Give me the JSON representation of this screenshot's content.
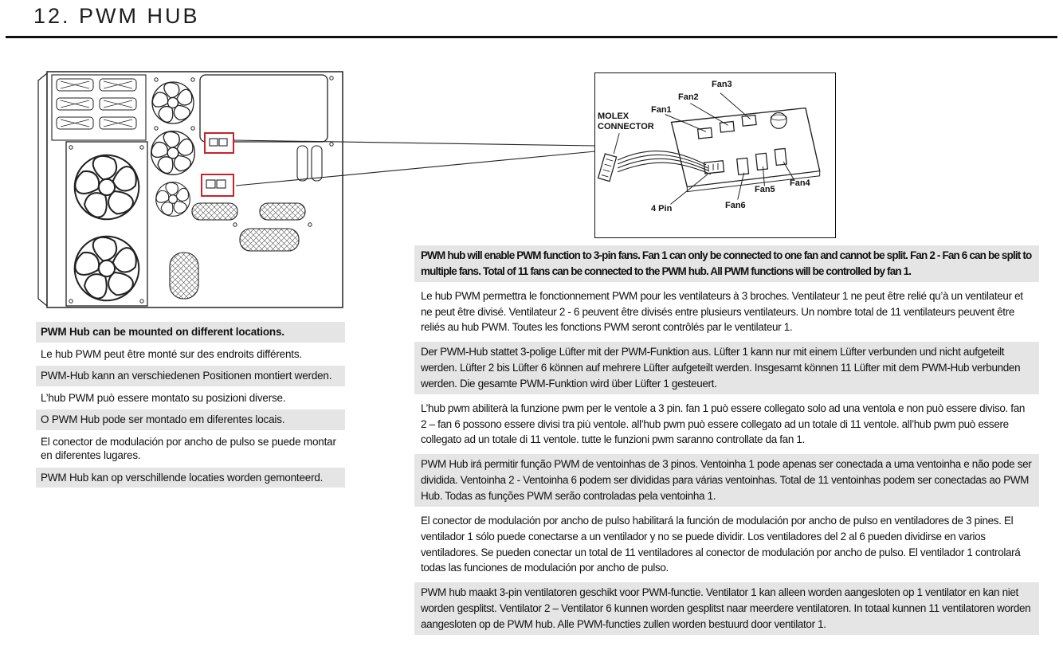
{
  "page": {
    "title": "12. PWM HUB"
  },
  "hub_diagram": {
    "molex": "MOLEX\nCONNECTOR",
    "fan1": "Fan1",
    "fan2": "Fan2",
    "fan3": "Fan3",
    "fan4": "Fan4",
    "fan5": "Fan5",
    "fan6": "Fan6",
    "four_pin": "4 Pin"
  },
  "mount_notes": [
    "PWM Hub can be mounted on different locations.",
    "Le hub PWM peut être monté sur des endroits différents.",
    "PWM-Hub kann an verschiedenen Positionen montiert werden.",
    "L’hub PWM può essere montato su posizioni diverse.",
    "O PWM Hub pode ser montado em diferentes locais.",
    "El conector de modulación por ancho de pulso se puede montar en diferentes lugares.",
    "PWM Hub kan op verschillende locaties worden gemonteerd."
  ],
  "function_notes": [
    "PWM hub will enable PWM function to 3-pin fans. Fan 1 can only be connected to one fan and cannot be split. Fan 2 - Fan 6 can be split to multiple fans. Total of 11 fans can be connected to the PWM hub. All PWM functions will be controlled by fan 1.",
    "Le hub PWM permettra le fonctionnement PWM pour les ventilateurs à 3 broches. Ventilateur 1 ne peut être relié qu’à un ventilateur et ne peut être divisé. Ventilateur 2 - 6 peuvent être divisés entre plusieurs ventilateurs.  Un nombre total de 11 ventilateurs peuvent être reliés au hub PWM. Toutes les fonctions PWM seront contrôlés par le ventilateur 1.",
    "Der PWM-Hub stattet 3-polige Lüfter mit der PWM-Funktion aus. Lüfter 1 kann nur mit einem Lüfter verbunden und nicht aufgeteilt werden. Lüfter 2 bis Lüfter 6 können auf mehrere Lüfter aufgeteilt werden. Insgesamt können 11 Lüfter mit dem PWM-Hub verbunden werden. Die gesamte PWM-Funktion wird über Lüfter 1 gesteuert.",
    "L’hub pwm abiliterà la funzione pwm per le ventole a 3 pin. fan 1 può essere collegato solo ad una ventola e non può essere diviso. fan 2 – fan 6 possono essere divisi tra più ventole. all’hub pwm può essere collegato ad un totale di 11 ventole. all’hub pwm può essere collegato ad un totale di 11 ventole. tutte le funzioni pwm saranno controllate da fan 1.",
    "PWM Hub irá permitir função PWM de ventoinhas de 3 pinos. Ventoinha 1 pode apenas ser conectada a uma ventoinha e não pode ser dividida. Ventoinha 2 - Ventoinha  6 podem ser divididas para várias ventoinhas. Total de 11 ventoinhas podem ser conectadas ao PWM Hub. Todas as funções PWM serão controladas pela ventoinha 1.",
    "El conector de modulación por ancho de pulso  habilitará la función de modulación por ancho de pulso en ventiladores de 3 pines. El ventilador 1 sólo puede conectarse a un ventilador y no se puede dividir. Los ventiladores del 2 al 6 pueden dividirse en varios ventiladores. Se pueden conectar un total de 11 ventiladores al conector de modulación por ancho de pulso. El ventilador 1 controlará todas las funciones de modulación por ancho de pulso.",
    "PWM hub maakt 3-pin ventilatoren geschikt voor PWM-functie. Ventilator 1 kan alleen worden aangesloten op 1 ventilator en kan niet worden gesplitst. Ventilator 2 – Ventilator 6 kunnen worden gesplitst naar meerdere ventilatoren. In totaal kunnen 11 ventilatoren worden aangesloten op de PWM hub.  Alle PWM-functies zullen worden bestuurd door ventilator 1."
  ],
  "colors": {
    "highlight_red": "#c9232a",
    "shade_gray": "#e5e5e5"
  }
}
